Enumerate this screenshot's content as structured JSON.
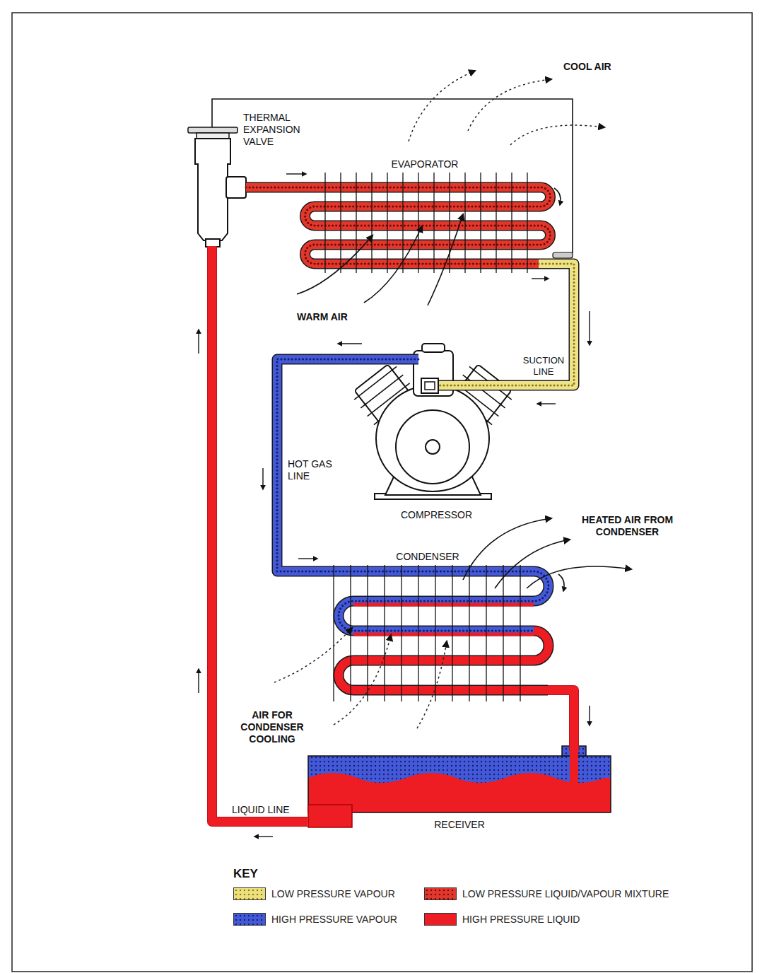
{
  "diagram": {
    "nodes": [
      {
        "text": [
          "THERMAL EXPANSION VALVE"
        ]
      },
      {
        "text": [
          "EVAPORATOR"
        ]
      },
      {
        "text": [
          "COMPRESSOR"
        ]
      },
      {
        "text": [
          "CONDENSER"
        ]
      },
      {
        "text": [
          "RECEIVER"
        ]
      }
    ],
    "edges": [
      {
        "from": 0,
        "to": 1,
        "arrow": "to"
      },
      {
        "from": 1,
        "to": 2,
        "label": "SUCTION LINE",
        "arrow": "to"
      },
      {
        "from": 2,
        "to": 3,
        "label": "HOT GAS LINE",
        "arrow": "to"
      },
      {
        "from": 3,
        "to": 4,
        "arrow": "to"
      },
      {
        "from": 4,
        "to": 0,
        "label": "LIQUID LINE",
        "arrow": "to"
      }
    ],
    "labels": [
      "COOL AIR",
      "WARM AIR",
      "HEATED AIR FROM CONDENSER",
      "AIR FOR CONDENSER COOLING",
      "KEY"
    ],
    "legend": [
      {
        "text": "LOW PRESSURE VAPOUR",
        "color": "#ece07e"
      },
      {
        "text": "LOW PRESSURE LIQUID/VAPOUR MIXTURE",
        "color": "#e2372b"
      },
      {
        "text": "HIGH PRESSURE VAPOUR",
        "color": "#4459d8"
      },
      {
        "text": "HIGH PRESSURE LIQUID",
        "color": "#ee1d23"
      }
    ]
  }
}
